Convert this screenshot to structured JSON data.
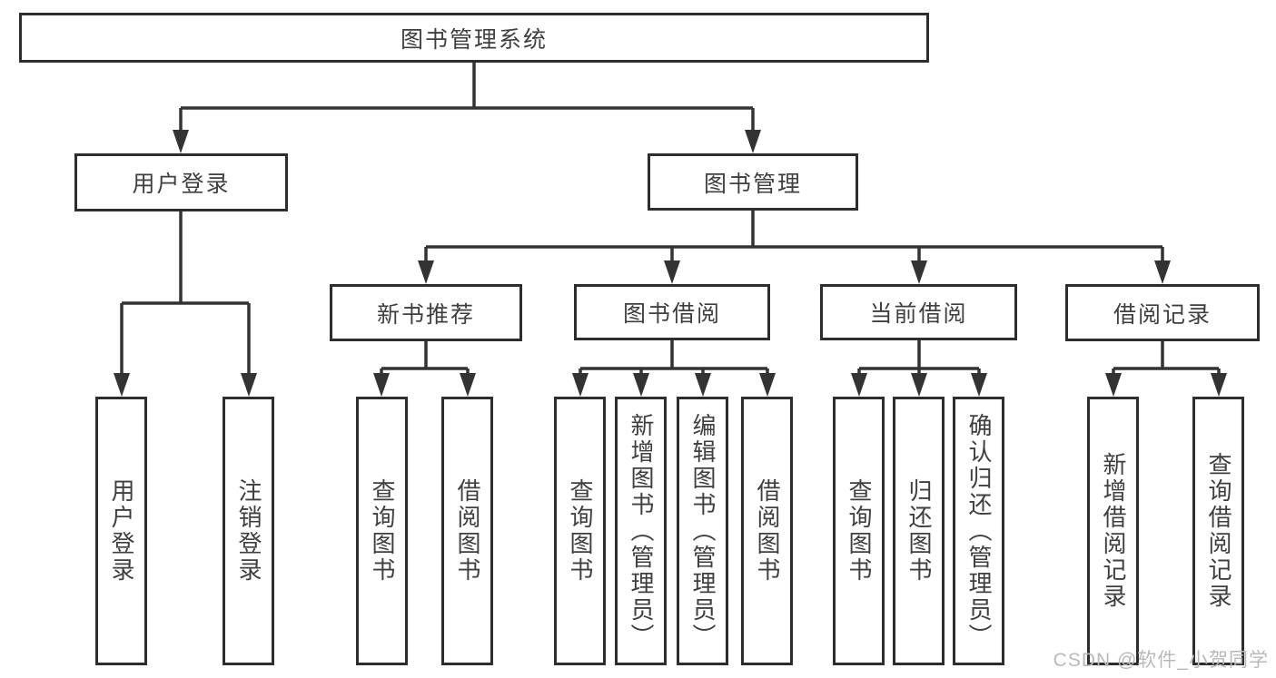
{
  "colors": {
    "line": "#333333",
    "box_border": "#2d2d2d",
    "text": "#3f3f3f",
    "watermark": "#b9b9b9",
    "background": "#ffffff"
  },
  "tree": {
    "root": {
      "label": "图书管理系统"
    },
    "user_login": {
      "label": "用户登录",
      "children": [
        {
          "label": "用户登录"
        },
        {
          "label": "注销登录"
        }
      ]
    },
    "book_mgmt": {
      "label": "图书管理",
      "children": [
        {
          "label": "新书推荐",
          "children": [
            {
              "label": "查询图书"
            },
            {
              "label": "借阅图书"
            }
          ]
        },
        {
          "label": "图书借阅",
          "children": [
            {
              "label": "查询图书"
            },
            {
              "label": "新增图书（管理员）"
            },
            {
              "label": "编辑图书（管理员）"
            },
            {
              "label": "借阅图书"
            }
          ]
        },
        {
          "label": "当前借阅",
          "children": [
            {
              "label": "查询图书"
            },
            {
              "label": "归还图书"
            },
            {
              "label": "确认归还（管理员）"
            }
          ]
        },
        {
          "label": "借阅记录",
          "children": [
            {
              "label": "新增借阅记录"
            },
            {
              "label": "查询借阅记录"
            }
          ]
        }
      ]
    }
  },
  "watermark": {
    "text": "CSDN @软件_小贺同学"
  }
}
